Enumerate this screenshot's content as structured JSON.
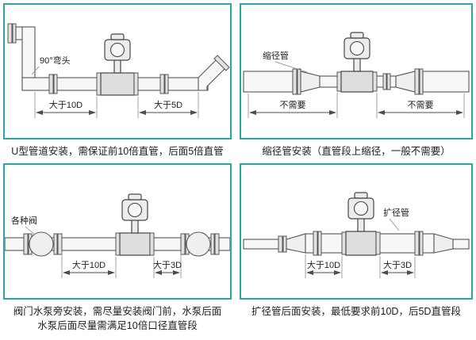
{
  "colors": {
    "frame_border": "#2aa7a0",
    "line_art": "#565656",
    "text": "#1e1e1e"
  },
  "panels": {
    "p1": {
      "part_label": "90°弯头",
      "dim_left": "大于10D",
      "dim_right": "大于5D",
      "caption": "U型管道安装，需保证前10倍直管，后面5倍直管"
    },
    "p2": {
      "part_label": "缩径管",
      "dim_left": "不需要",
      "dim_right": "不需要",
      "caption": "缩径管安装（直管段上缩径，一般不需要）"
    },
    "p3": {
      "part_label": "各种阀",
      "dim_left": "大于10D",
      "dim_right": "大于3D",
      "caption_line1": "阀门水泵旁安装，需尽量安装阀门前，水泵后面",
      "caption_line2": "水泵后面尽量需满足10倍口径直管段"
    },
    "p4": {
      "part_label": "扩径管",
      "dim_left": "大于10D",
      "dim_right": "大于3D",
      "caption": "扩径管后面安装，最低要求前10D，后5D直管段"
    }
  }
}
